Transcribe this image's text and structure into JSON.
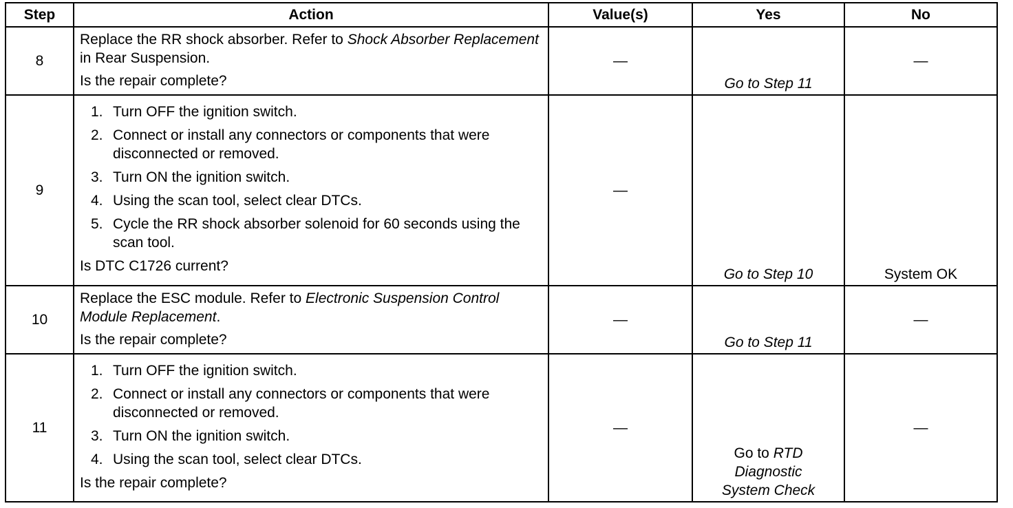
{
  "headers": {
    "step": "Step",
    "action": "Action",
    "values": "Value(s)",
    "yes": "Yes",
    "no": "No"
  },
  "rows": [
    {
      "step": "8",
      "action_parts": [
        {
          "t": "Replace the RR shock absorber. Refer to ",
          "i": false
        },
        {
          "t": "Shock Absorber Replacement",
          "i": true
        },
        {
          "t": " in Rear Suspension.",
          "i": false
        }
      ],
      "question": "Is the repair complete?",
      "value": "—",
      "yes": "Go to Step 11",
      "no": "—"
    },
    {
      "step": "9",
      "steps": [
        "Turn OFF the ignition switch.",
        "Connect or install any connectors or components that were disconnected or removed.",
        "Turn ON the ignition switch.",
        "Using the scan tool, select clear DTCs.",
        "Cycle the RR shock absorber solenoid for 60 seconds using the scan tool."
      ],
      "question": "Is DTC C1726 current?",
      "value": "—",
      "yes": "Go to Step 10",
      "no": "System OK"
    },
    {
      "step": "10",
      "action_parts": [
        {
          "t": "Replace the ESC module. Refer to ",
          "i": false
        },
        {
          "t": "Electronic Suspension Control Module Replacement",
          "i": true
        },
        {
          "t": ".",
          "i": false
        }
      ],
      "question": "Is the repair complete?",
      "value": "—",
      "yes": "Go to Step 11",
      "no": "—"
    },
    {
      "step": "11",
      "steps": [
        "Turn OFF the ignition switch.",
        "Connect or install any connectors or components that were disconnected or removed.",
        "Turn ON the ignition switch.",
        "Using the scan tool, select clear DTCs."
      ],
      "question": "Is the repair complete?",
      "value": "—",
      "yes_prefix": "Go to ",
      "yes_italic": "RTD Diagnostic System Check",
      "no": "—"
    }
  ]
}
